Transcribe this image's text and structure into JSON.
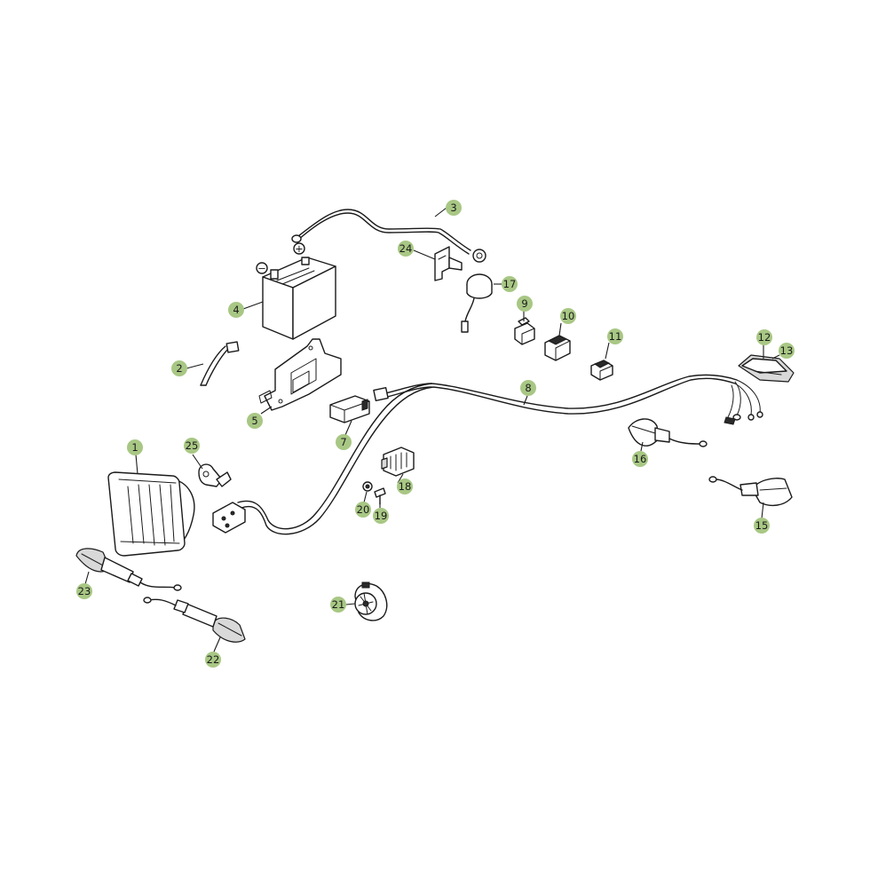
{
  "callout_color": "#a8c784",
  "line_color": "#1a1a1a",
  "callouts": [
    {
      "label": "1"
    },
    {
      "label": "2"
    },
    {
      "label": "3"
    },
    {
      "label": "4"
    },
    {
      "label": "5"
    },
    {
      "label": "7"
    },
    {
      "label": "8"
    },
    {
      "label": "9"
    },
    {
      "label": "10"
    },
    {
      "label": "11"
    },
    {
      "label": "12"
    },
    {
      "label": "13"
    },
    {
      "label": "15"
    },
    {
      "label": "16"
    },
    {
      "label": "17"
    },
    {
      "label": "18"
    },
    {
      "label": "19"
    },
    {
      "label": "20"
    },
    {
      "label": "21"
    },
    {
      "label": "22"
    },
    {
      "label": "23"
    },
    {
      "label": "24"
    },
    {
      "label": "25"
    }
  ],
  "battery_terminals": {
    "negative": "−",
    "positive": "+"
  }
}
